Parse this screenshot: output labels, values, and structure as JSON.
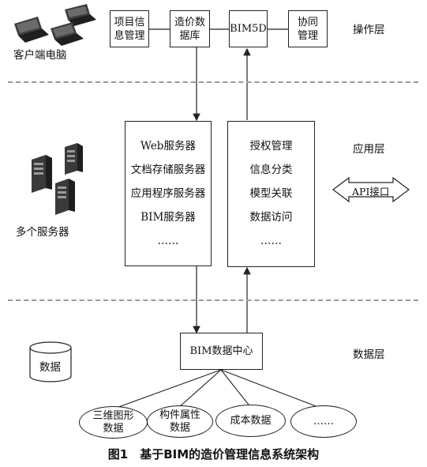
{
  "top_boxes": {
    "project": "项目信\n息管理",
    "cost_db": "造价数\n据库",
    "bim5d": "BIM5D",
    "collab": "协同\n管理"
  },
  "labels": {
    "client": "客户端电脑",
    "servers": "多个服务器",
    "data": "数据"
  },
  "layers": {
    "operation": "操作层",
    "application": "应用层",
    "data": "数据层"
  },
  "server_box": {
    "items": [
      "Web服务器",
      "文档存储服务器",
      "应用程序服务器",
      "BIM服务器",
      "……"
    ]
  },
  "function_box": {
    "items": [
      "授权管理",
      "信息分类",
      "模型关联",
      "数据访问",
      "……"
    ]
  },
  "api": "API接口",
  "data_center": "BIM数据中心",
  "data_items": [
    "三维图形\n数据",
    "构件属性\n数据",
    "成本数据",
    "……"
  ],
  "caption": "图1　基于BIM的造价管理信息系统架构"
}
